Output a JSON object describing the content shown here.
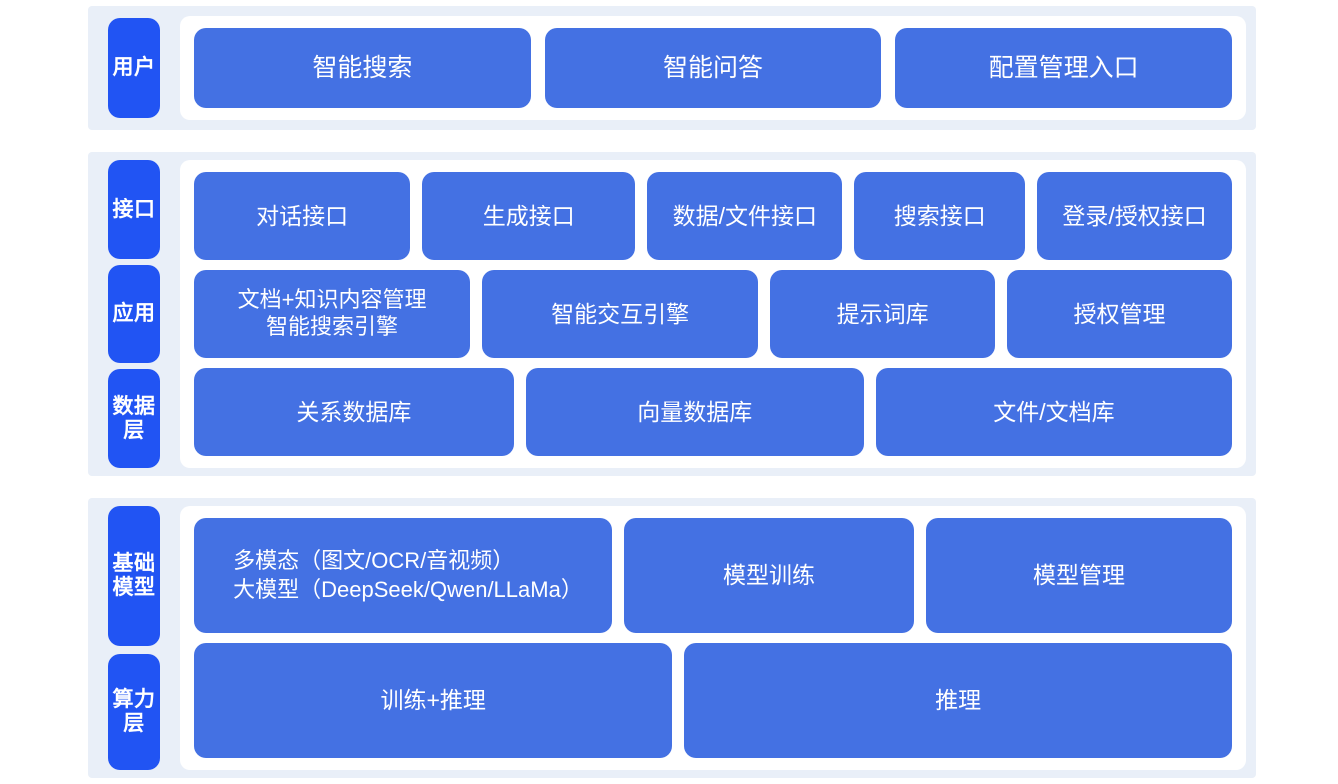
{
  "colors": {
    "page_background": "#ffffff",
    "panel_background": "#e9eff8",
    "content_background": "#ffffff",
    "tab_blue": "#2154f3",
    "card_blue": "#4471e3",
    "text_on_blue": "#ffffff"
  },
  "panels": [
    {
      "id": "users",
      "tabs": [
        {
          "label": "用户"
        }
      ],
      "rows": [
        {
          "id": "user-entries",
          "cards": [
            {
              "label": "智能搜索"
            },
            {
              "label": "智能问答"
            },
            {
              "label": "配置管理入口"
            }
          ]
        }
      ]
    },
    {
      "id": "middle",
      "tabs": [
        {
          "label": "接口"
        },
        {
          "label": "应用"
        },
        {
          "label": "数据层"
        }
      ],
      "rows": [
        {
          "id": "interface",
          "cards": [
            {
              "label": "对话接口"
            },
            {
              "label": "生成接口"
            },
            {
              "label": "数据/文件接口"
            },
            {
              "label": "搜索接口"
            },
            {
              "label": "登录/授权接口"
            }
          ]
        },
        {
          "id": "application",
          "cards": [
            {
              "label": "文档+知识内容管理\n智能搜索引擎"
            },
            {
              "label": "智能交互引擎"
            },
            {
              "label": "提示词库"
            },
            {
              "label": "授权管理"
            }
          ]
        },
        {
          "id": "data-layer",
          "cards": [
            {
              "label": "关系数据库"
            },
            {
              "label": "向量数据库"
            },
            {
              "label": "文件/文档库"
            }
          ]
        }
      ]
    },
    {
      "id": "infrastructure",
      "tabs": [
        {
          "label": "基础模型"
        },
        {
          "label": "算力层"
        }
      ],
      "rows": [
        {
          "id": "model-layer",
          "cards": [
            {
              "label": "多模态（图文/OCR/音视频）\n大模型（DeepSeek/Qwen/LLaMa）"
            },
            {
              "label": "模型训练"
            },
            {
              "label": "模型管理"
            }
          ]
        },
        {
          "id": "compute-layer",
          "cards": [
            {
              "label": "训练+推理"
            },
            {
              "label": "推理"
            }
          ]
        }
      ]
    }
  ]
}
